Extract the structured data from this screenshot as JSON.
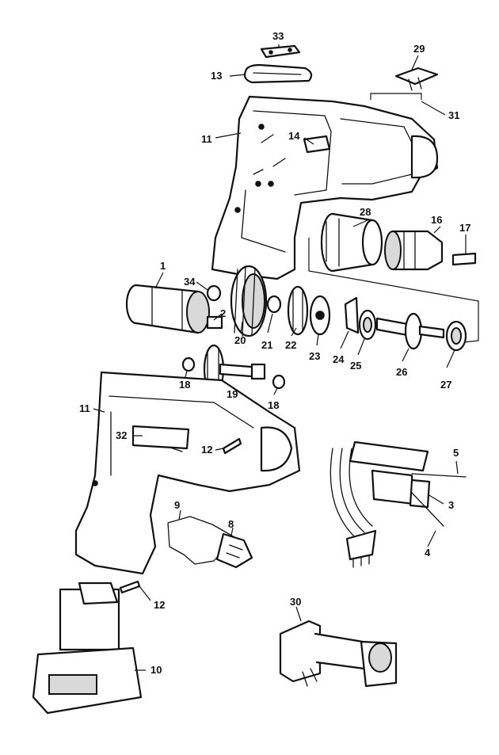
{
  "diagram": {
    "labels": {
      "p1": "1",
      "p2": "2",
      "p3": "3",
      "p4": "4",
      "p5": "5",
      "p8": "8",
      "p9": "9",
      "p10": "10",
      "p11a": "11",
      "p11b": "11",
      "p12a": "12",
      "p12b": "12",
      "p13": "13",
      "p14": "14",
      "p16": "16",
      "p17": "17",
      "p18a": "18",
      "p18b": "18",
      "p19": "19",
      "p20": "20",
      "p21": "21",
      "p22": "22",
      "p23": "23",
      "p24": "24",
      "p25": "25",
      "p26": "26",
      "p27": "27",
      "p28": "28",
      "p29": "29",
      "p30": "30",
      "p31": "31",
      "p32": "32",
      "p33": "33",
      "p34": "34"
    }
  }
}
